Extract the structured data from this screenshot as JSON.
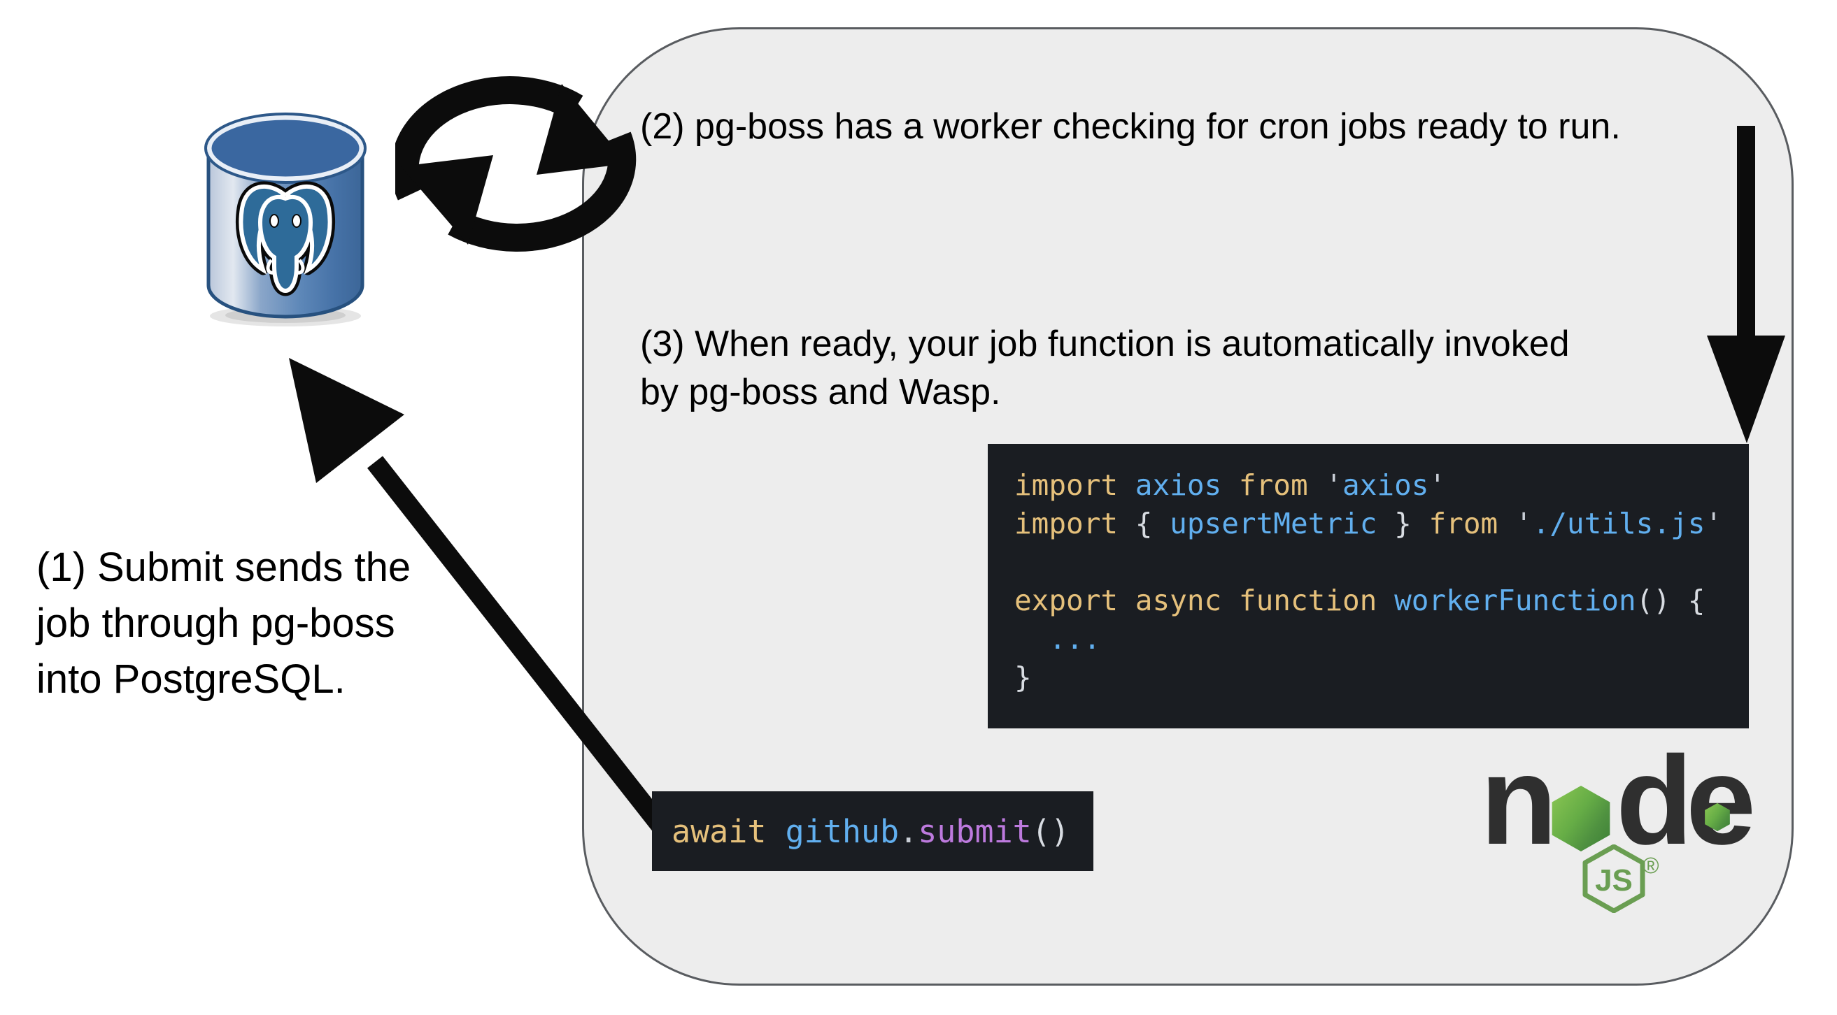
{
  "diagram": {
    "title_semantic": "pg-boss recurring job flow between PostgreSQL and Node.js",
    "steps": {
      "step1": "(1) Submit sends the\njob through pg-boss\ninto PostgreSQL.",
      "step2": "(2) pg-boss has a worker checking for cron jobs ready to run.",
      "step3": "(3) When ready, your job function is automatically invoked\nby pg-boss and Wasp."
    },
    "code_worker": {
      "lines": [
        [
          {
            "t": "import ",
            "c": "kw"
          },
          {
            "t": "axios ",
            "c": "id"
          },
          {
            "t": "from ",
            "c": "kw"
          },
          {
            "t": "'",
            "c": "q"
          },
          {
            "t": "axios",
            "c": "str"
          },
          {
            "t": "'",
            "c": "q"
          }
        ],
        [
          {
            "t": "import ",
            "c": "kw"
          },
          {
            "t": "{ ",
            "c": "pn"
          },
          {
            "t": "upsertMetric",
            "c": "id"
          },
          {
            "t": " } ",
            "c": "pn"
          },
          {
            "t": "from ",
            "c": "kw"
          },
          {
            "t": "'",
            "c": "q"
          },
          {
            "t": "./utils.js",
            "c": "str"
          },
          {
            "t": "'",
            "c": "q"
          }
        ],
        [],
        [
          {
            "t": "export async function ",
            "c": "kw"
          },
          {
            "t": "workerFunction",
            "c": "id"
          },
          {
            "t": "() {",
            "c": "pn"
          }
        ],
        [
          {
            "t": "  ...",
            "c": "id"
          }
        ],
        [
          {
            "t": "}",
            "c": "pn"
          }
        ]
      ]
    },
    "code_submit": {
      "tokens": [
        {
          "t": "await ",
          "c": "kw"
        },
        {
          "t": "github",
          "c": "id"
        },
        {
          "t": ".",
          "c": "q"
        },
        {
          "t": "submit",
          "c": "fn"
        },
        {
          "t": "()",
          "c": "pn"
        }
      ]
    },
    "node_logo": {
      "letter_n": "n",
      "letter_d": "d",
      "letter_e": "e",
      "js_label": "JS",
      "registered_mark": "®"
    },
    "icons": {
      "postgresql": "postgresql-database-icon",
      "sync": "sync-cycle-icon",
      "down_arrow": "down-arrow-icon",
      "submit_arrow": "up-left-arrow-icon"
    },
    "colors": {
      "container_fill": "#ededed",
      "container_border": "#595c60",
      "code_background": "#1a1d22",
      "code_yellow": "#e5c07b",
      "code_blue": "#61afef",
      "code_purple": "#bd7ade",
      "code_white": "#d8dce2",
      "code_gray": "#c9ced6",
      "node_green": "#6a9e52",
      "node_dark": "#2f2f2f",
      "postgres_blue": "#3a67a0",
      "postgres_elephant": "#2e6b99",
      "arrow_black": "#0c0c0c"
    }
  }
}
